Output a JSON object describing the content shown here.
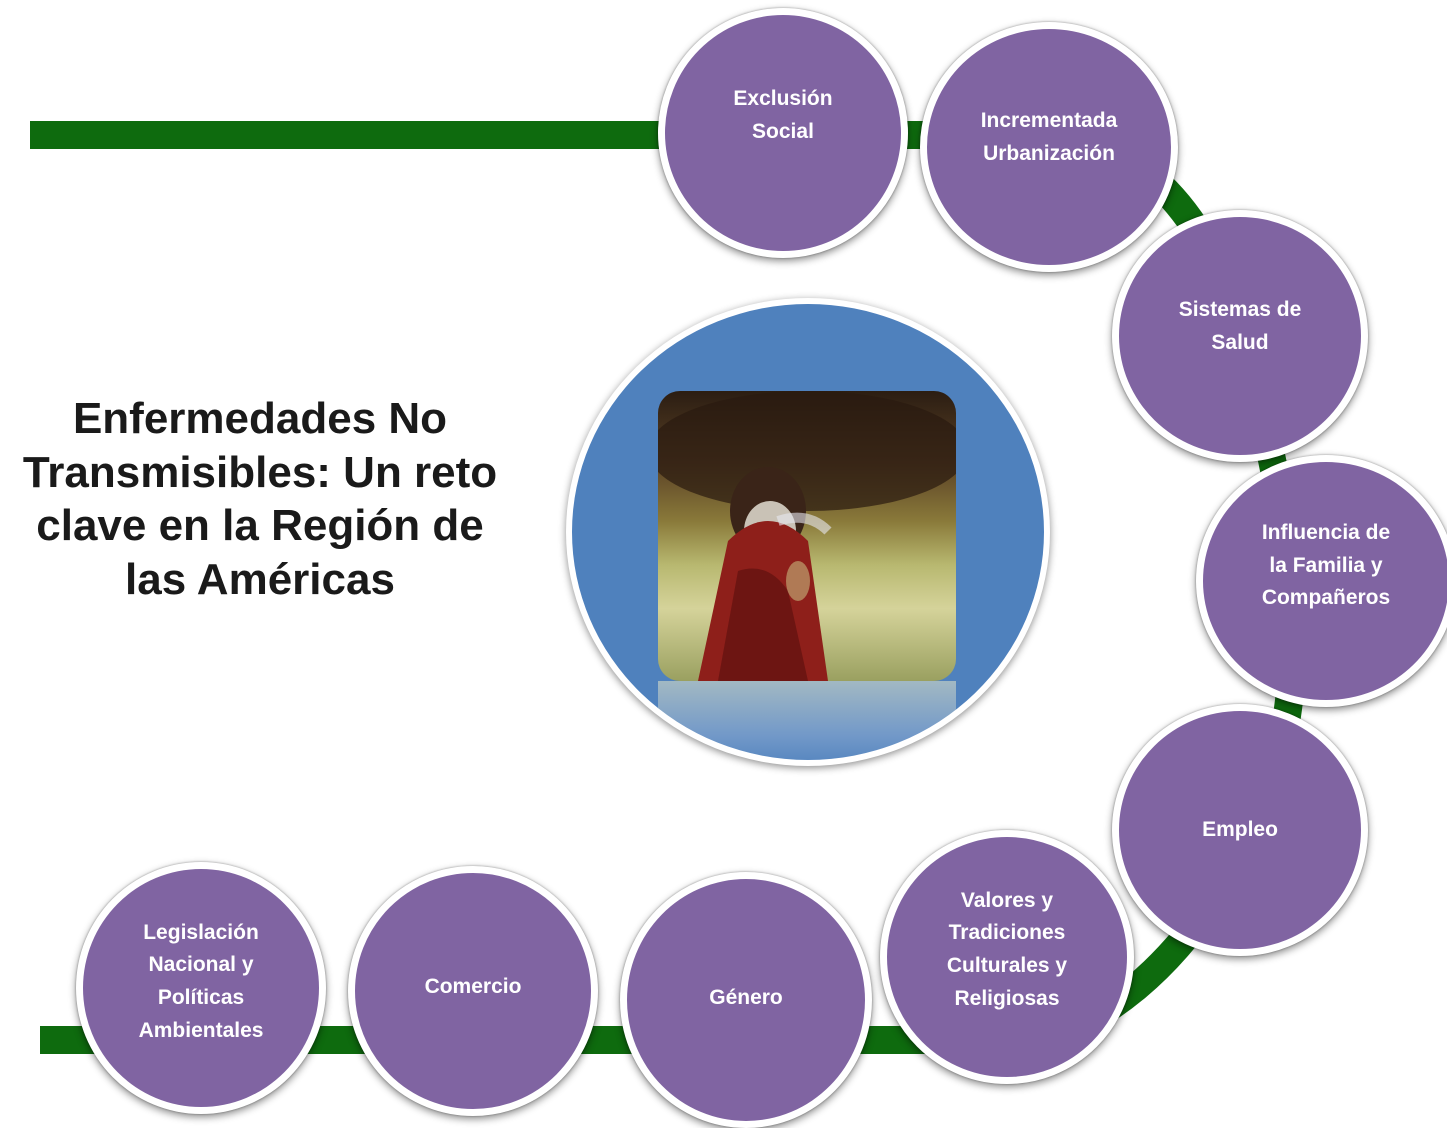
{
  "title": [
    "Enfermedades No",
    "Transmisibles: Un reto",
    "clave en la Región de",
    "las Américas"
  ],
  "colors": {
    "node_fill": "#8064a2",
    "path": "#0e6b0e",
    "center_circle": "#4f81bd"
  },
  "nodes": [
    {
      "id": "exclusion",
      "label": "Exclusión\nSocial"
    },
    {
      "id": "urbanizacion",
      "label": "Incrementada\nUrbanización"
    },
    {
      "id": "salud",
      "label": "Sistemas de\nSalud"
    },
    {
      "id": "familia",
      "label": "Influencia de\nla Familia y\nCompañeros"
    },
    {
      "id": "empleo",
      "label": "Empleo"
    },
    {
      "id": "valores",
      "label": "Valores y\nTradiciones\nCulturales y\nReligiosas"
    },
    {
      "id": "genero",
      "label": "Género"
    },
    {
      "id": "comercio",
      "label": "Comercio"
    },
    {
      "id": "legislacion",
      "label": "Legislación\nNacional y\nPolíticas\nAmbientales"
    }
  ],
  "center_image": {
    "description_icon": "photo-icon"
  }
}
